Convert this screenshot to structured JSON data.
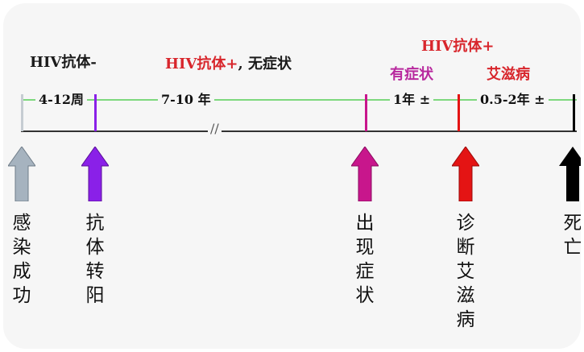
{
  "top_labels": {
    "hiv_neg": "HIV抗体-",
    "hiv_pos_part": "HIV抗体+",
    "hiv_pos_suffix": ", 无症状",
    "hiv_pos_top": "HIV抗体+",
    "symptoms": "有症状",
    "aids": "艾滋病"
  },
  "durations": {
    "d1": "4-12周",
    "d2": "7-10 年",
    "d3": "1年 ±",
    "d4": "0.5-2年 ±"
  },
  "break_mark": "//",
  "events": [
    {
      "label": "感染成功",
      "color": "#a6b3bf"
    },
    {
      "label": "抗体转阳",
      "color": "#8a20e8"
    },
    {
      "label": "出现症状",
      "color": "#c8168c"
    },
    {
      "label": "诊断艾滋病",
      "color": "#e41414"
    },
    {
      "label": "死亡",
      "color": "#000000"
    }
  ],
  "colors": {
    "timeline_green": "#7ed87e",
    "red_text": "#d8262c",
    "magenta_text": "#b8299e"
  }
}
